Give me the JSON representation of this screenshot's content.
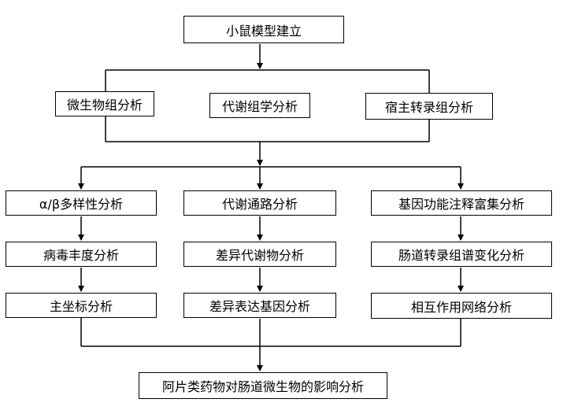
{
  "boxes": {
    "top": "小鼠模型建立",
    "level1": [
      "微生物组分析",
      "代谢组学分析",
      "宿主转录组分析"
    ],
    "col_left": [
      "α/β多样性分析",
      "病毒丰度分析",
      "主坐标分析"
    ],
    "col_mid": [
      "代谢通路分析",
      "差异代谢物分析",
      "差异表达基因分析"
    ],
    "col_right": [
      "基因功能注释富集分析",
      "肠道转录组谱变化分析",
      "相互作用网络分析"
    ],
    "bottom": "阿片类药物对肠道微生物的影响分析"
  }
}
